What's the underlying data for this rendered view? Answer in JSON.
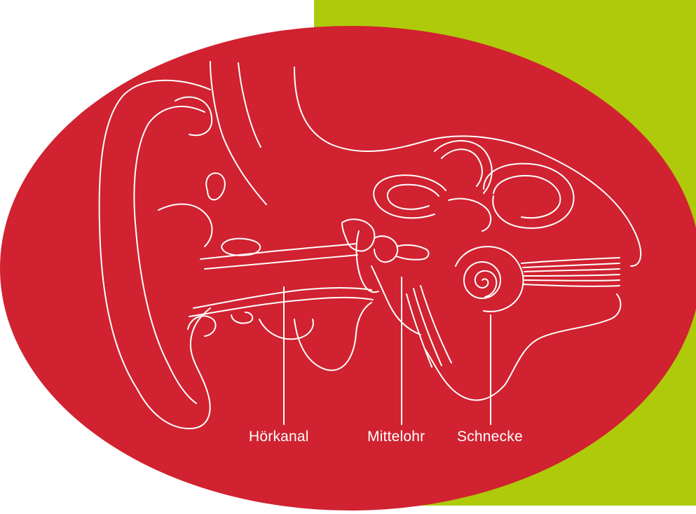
{
  "colors": {
    "background": "#ffffff",
    "panel_green": "#afca0b",
    "oval_red": "#d02230",
    "line_white": "#ffffff"
  },
  "labels": {
    "hoerkanal": "Hörkanal",
    "mittelohr": "Mittelohr",
    "schnecke": "Schnecke"
  }
}
